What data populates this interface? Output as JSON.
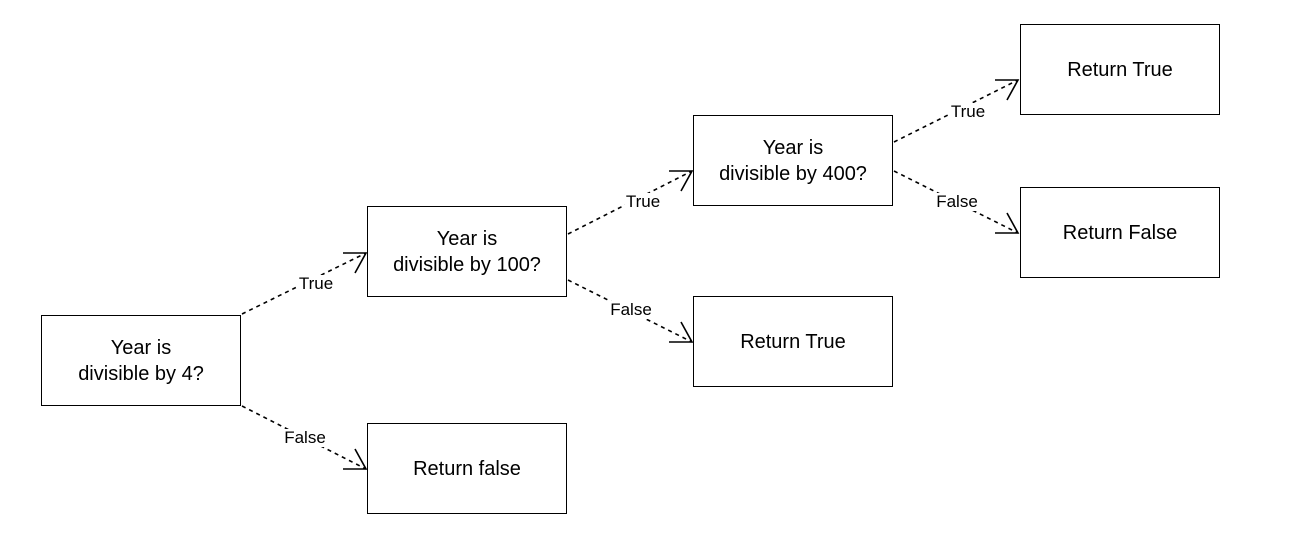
{
  "nodes": {
    "div4": {
      "text": "Year is\ndivisible by 4?"
    },
    "div100": {
      "text": "Year is\ndivisible by 100?"
    },
    "div400": {
      "text": "Year is\ndivisible by 400?"
    },
    "return_false_1": {
      "text": "Return false"
    },
    "return_true_1": {
      "text": "Return True"
    },
    "return_true_2": {
      "text": "Return True"
    },
    "return_false_2": {
      "text": "Return False"
    }
  },
  "edges": {
    "div4_true": {
      "label": "True"
    },
    "div4_false": {
      "label": "False"
    },
    "div100_true": {
      "label": "True"
    },
    "div100_false": {
      "label": "False"
    },
    "div400_true": {
      "label": "True"
    },
    "div400_false": {
      "label": "False"
    }
  },
  "colors": {
    "stroke": "#000000",
    "background": "#ffffff"
  }
}
